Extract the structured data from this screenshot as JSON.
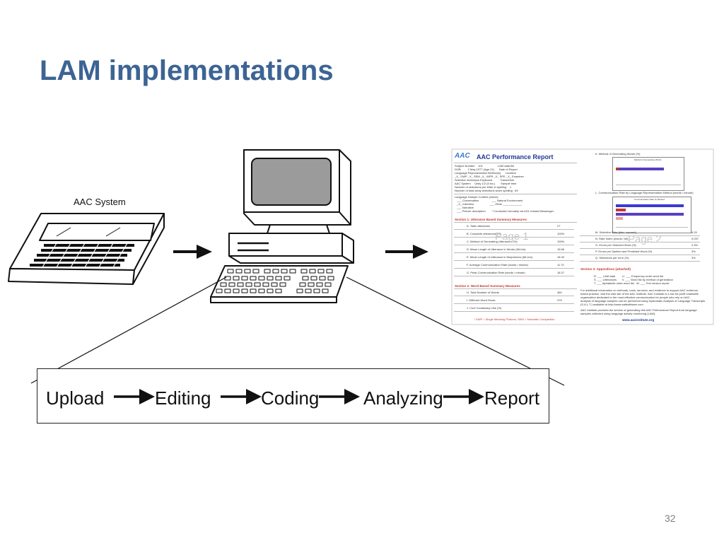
{
  "slide": {
    "title": "LAM implementations",
    "slide_number": "32"
  },
  "diagram": {
    "aac_label": "AAC System",
    "flow_steps": [
      "Upload",
      "Editing",
      "Coding",
      "Analyzing",
      "Report"
    ]
  },
  "report": {
    "logo": "AAC",
    "title": "AAC Performance Report",
    "page1_watermark": "Page 1",
    "page2_watermark": "Page 2",
    "section1": "Section 1: Utterance Based Summary Measures",
    "section2": "Section 2: Word Based Summary Measures",
    "section3": "Section 3: Appendices (attached)",
    "chart1_title": "Method of Generating Words",
    "chart2_title": "Communication Rate by Method",
    "p2_head1": "K. Method of Generating Words (%)",
    "p2_head2": "L. Communication Rate by Language Representation Method (words / minute)",
    "url": "www.aacinstitute.org",
    "p1_rows": [
      "A. Total utterances",
      "B. Complete utterances (%)",
      "C. Method of Generating Utterances (%)",
      "D. Mean Length of Utterance in Words (MLUw)",
      "E. Mean Length of Utterance in Morphemes (MLUm)",
      "F. Average Communication Rate (words / minute)",
      "G. Peak Communication Rate (words / minute)"
    ],
    "p1_values": [
      "27",
      "100%",
      "100%",
      "16.66",
      "18.33",
      "11.70",
      "18.37"
    ],
    "p2_rows": [
      "M. Selection Rate (bits / second)",
      "N. Rate Index (words / bit)",
      "O. Errors per Selected Word (%)",
      "P. Errors per Spelled and Predicted Word (%)",
      "Q. Selections per error (%)"
    ],
    "p2_values": [
      "6.29",
      "0.037",
      "2.3%",
      "3%",
      "3%"
    ],
    "p1_word_rows": [
      "H. Total Number of Words",
      "I. Different Word Roots",
      "J. Core Vocabulary Use (%)"
    ],
    "p1_word_values": [
      "460",
      "375",
      ""
    ]
  },
  "colors": {
    "title": "#3c6494",
    "report_blue": "#1f3a93",
    "section_red": "#c0392b"
  }
}
